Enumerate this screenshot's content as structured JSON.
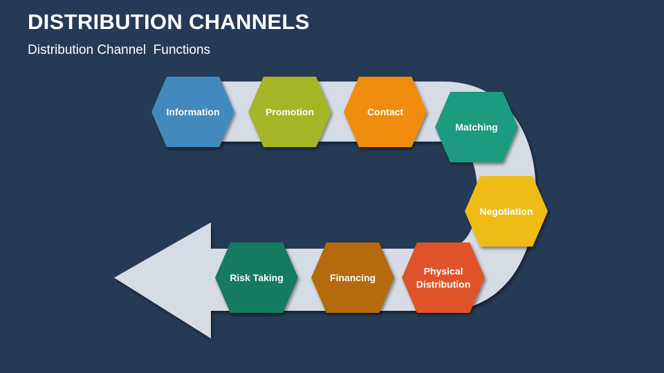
{
  "title": "DISTRIBUTION CHANNELS",
  "subtitle": "Distribution Channel  Functions",
  "steps": [
    {
      "label": "Information",
      "color": "#4289bd"
    },
    {
      "label": "Promotion",
      "color": "#a4b526"
    },
    {
      "label": "Contact",
      "color": "#f08c0a"
    },
    {
      "label": "Matching",
      "color": "#1f9b80"
    },
    {
      "label": "Negotiation",
      "color": "#efbc12"
    },
    {
      "label": "Physical\nDistribution",
      "color": "#e0532a"
    },
    {
      "label": "Financing",
      "color": "#b46a0a"
    },
    {
      "label": "Risk Taking",
      "color": "#187a60"
    }
  ],
  "arrow_color": "#d6dce6"
}
